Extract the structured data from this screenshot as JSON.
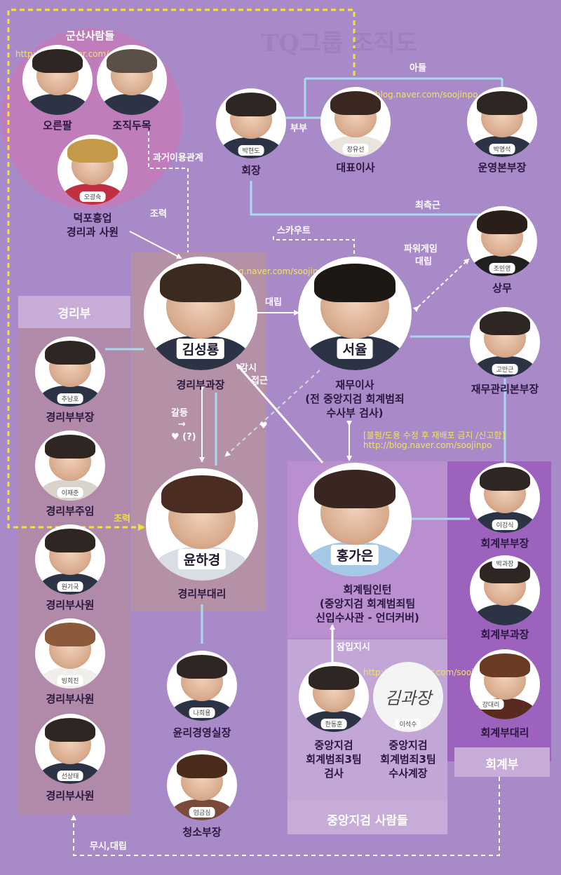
{
  "title": "TQ그룹 조직도",
  "watermarks": [
    "http://blog.naver.com/soojinpo",
    "http://blog.naver.com/soojinpo",
    "http://blog.naver.com/soojinpo",
    "http://blog.naver.com/soojinpo"
  ],
  "notice": "[불펌/도용 수정 후 재배포 금지 /신고함]",
  "notice_url": "http://blog.naver.com/soojinpo",
  "groups": {
    "gunsan": "군산사람들",
    "accounting_mgmt": "경리부",
    "accounting": "회계부",
    "prosecutors": "중앙지검 사람들"
  },
  "people": {
    "orenpal": {
      "name": "오른팔"
    },
    "jojikdumok": {
      "name": "조직두목"
    },
    "ogwangsuk": {
      "caption": "오광숙",
      "role1": "덕포흥업",
      "role2": "경리과 사원"
    },
    "hyundo": {
      "caption": "박현도",
      "role": "회장"
    },
    "yuseon": {
      "caption": "장유선",
      "role": "대표이사"
    },
    "myungseok": {
      "caption": "박명석",
      "role": "운영본부장"
    },
    "minyoung": {
      "caption": "조민영",
      "role": "상무"
    },
    "seongryong": {
      "name": "김성룡",
      "role": "경리부과장"
    },
    "seoyul": {
      "name": "서율",
      "role1": "재무이사",
      "role2": "(전 중앙지검 회계범죄",
      "role3": "수사부 검사)"
    },
    "mangu": {
      "caption": "고만근",
      "role": "재무관리본부장"
    },
    "namho": {
      "caption": "추남호",
      "role": "경리부부장"
    },
    "jaejun": {
      "caption": "이재준",
      "role": "경리부주임"
    },
    "haekyung": {
      "name": "윤하경",
      "role": "경리부대리"
    },
    "gaeun": {
      "name": "홍가은",
      "role1": "회계팀인턴",
      "role2": "(중앙지검 회계범죄팀",
      "role3": "신입수사관 - 언더커버)"
    },
    "gangsik": {
      "caption": "이강식",
      "role": "회계부부장"
    },
    "kiguk": {
      "caption": "원기국",
      "role": "경리부사원"
    },
    "hijin": {
      "caption": "빙희진",
      "role": "경리부사원"
    },
    "sangtae": {
      "caption": "선상태",
      "role": "경리부사원"
    },
    "park": {
      "caption": "박과장",
      "role": "회계부과장"
    },
    "kang": {
      "caption": "강대리",
      "role": "회계부대리"
    },
    "heeyong": {
      "caption": "나희용",
      "role": "윤리경영실장"
    },
    "geumsim": {
      "caption": "엄금심",
      "role": "청소부장"
    },
    "dongjun": {
      "caption": "한동훈",
      "role1": "중앙지검",
      "role2": "회계범죄3팀",
      "role3": "검사"
    },
    "seoksu": {
      "caption": "이석수",
      "role1": "중앙지검",
      "role2": "회계범죄3팀",
      "role3": "수사계장",
      "poster_text": "김과장"
    }
  },
  "relations": {
    "son": "아들",
    "couple": "부부",
    "past_use": "과거이용관계",
    "help1": "조력",
    "close_aide": "최측근",
    "scout": "스카우트",
    "power_game1": "파워게임",
    "power_game2": "대립",
    "conflict": "대립",
    "watch1": "감시",
    "watch2": "접근",
    "heart": "♥",
    "friction": "갈등",
    "heart_q": "♥ (?)",
    "help2": "조력",
    "infiltrate": "잠입지시",
    "ignore": "무시,대립"
  },
  "colors": {
    "background": "#a98ac8",
    "line": "#a9d9ec",
    "dashed_yellow": "#f4e52a",
    "dashed_white": "#ffffff"
  }
}
